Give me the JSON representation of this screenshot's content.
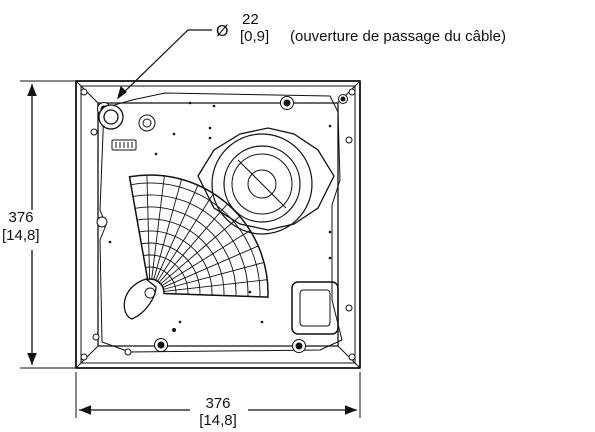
{
  "dimensions": {
    "height": {
      "value": "376",
      "inches": "[14,8]"
    },
    "width": {
      "value": "376",
      "inches": "[14,8]"
    },
    "hole": {
      "symbol": "Ø",
      "value": "22",
      "inches": "[0,9]",
      "note": "(ouverture de passage du câble)"
    }
  },
  "colors": {
    "line": "#111111",
    "background": "#ffffff"
  }
}
